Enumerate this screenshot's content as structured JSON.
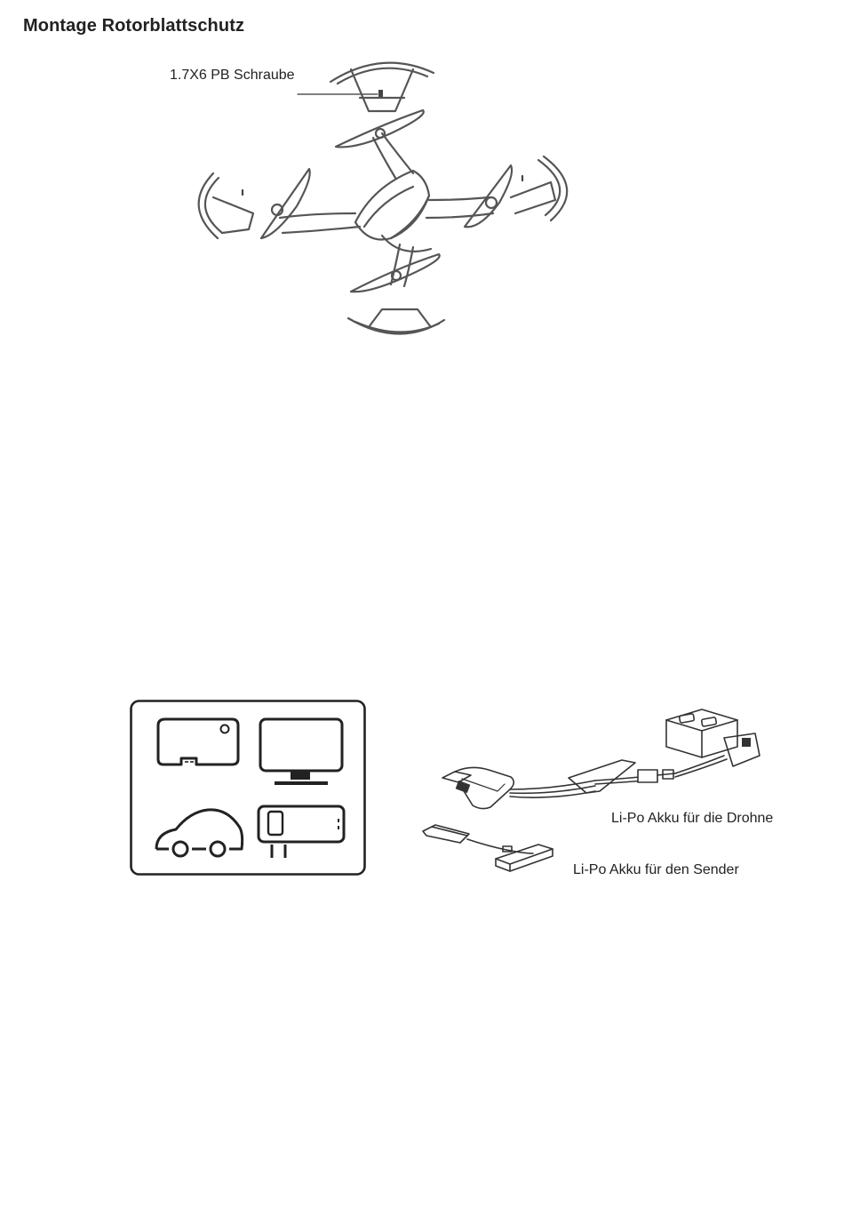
{
  "section": {
    "title": "Montage Rotorblattschutz"
  },
  "drone_figure": {
    "screw_callout": "1.7X6 PB Schraube"
  },
  "charging_figure": {
    "drone_battery_label": "Li-Po Akku für die Drohne",
    "transmitter_battery_label": "Li-Po Akku für den Sender"
  },
  "power_sources_panel": {
    "icons": [
      "computer-icon",
      "monitor-icon",
      "car-icon",
      "wall-adapter-icon"
    ]
  }
}
